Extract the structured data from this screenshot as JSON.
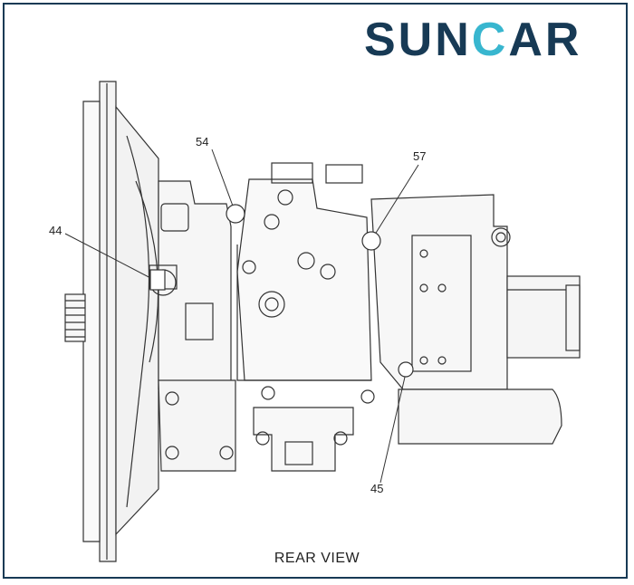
{
  "logo": {
    "part1": "SUN",
    "part2": "C",
    "part3": "AR",
    "color_dark": "#173a55",
    "color_accent": "#38b6cf"
  },
  "callouts": {
    "c44": "44",
    "c54": "54",
    "c57": "57",
    "c45": "45"
  },
  "caption": "REAR VIEW",
  "line_color": "#333333"
}
